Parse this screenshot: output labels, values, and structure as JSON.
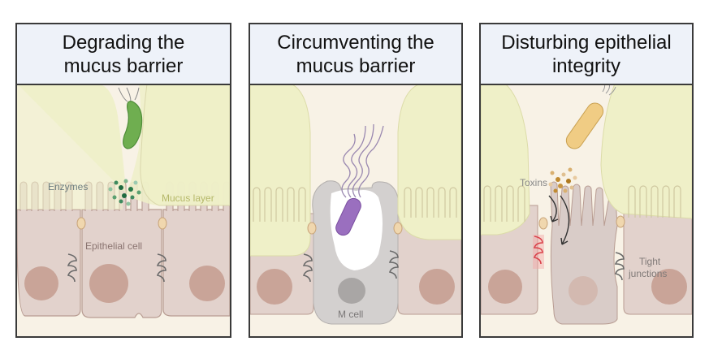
{
  "panels": [
    {
      "title_line1": "Degrading the",
      "title_line2": "mucus barrier",
      "labels": {
        "enzymes": "Enzymes",
        "mucus_layer": "Mucus layer",
        "epithelial_cell": "Epithelial cell"
      },
      "bacterium_color": "#6fae50"
    },
    {
      "title_line1": "Circumventing the",
      "title_line2": "mucus barrier",
      "labels": {
        "m_cell": "M cell"
      },
      "bacterium_color": "#9a6fbf"
    },
    {
      "title_line1": "Disturbing epithelial",
      "title_line2": "integrity",
      "labels": {
        "toxins": "Toxins",
        "tight_junctions_1": "Tight",
        "tight_junctions_2": "junctions"
      },
      "bacterium_color": "#f0cc84"
    }
  ],
  "colors": {
    "mucus": "#eff0c8",
    "cell": "#e2d2cc",
    "nucleus": "#c9a498",
    "m_cell": "#d3d0cf",
    "basal": "#f8f2e6",
    "title_bg": "#eef2f9",
    "tight_junction_disrupted": "#d9424a"
  }
}
